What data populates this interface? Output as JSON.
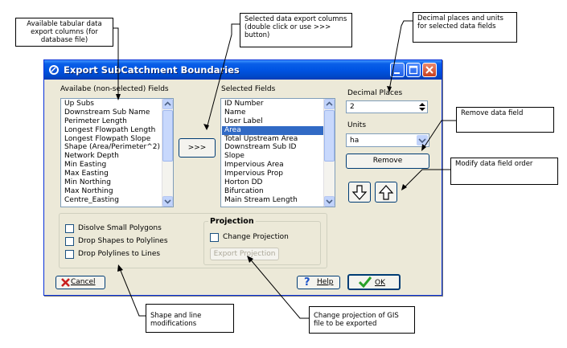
{
  "callouts": {
    "available_columns": "Available tabular data export columns (for database file)",
    "selected_columns": "Selected data export columns (double click or use  >>> button)",
    "decimal_units": "Decimal places and units for selected data fields",
    "remove_field": "Remove data field",
    "modify_order": "Modify data field order",
    "shape_line": "Shape and line modifications",
    "change_projection": "Change projection of GIS file to be exported"
  },
  "dialog": {
    "title": "Export SubCatchment Boundaries",
    "available": {
      "label": "Availabe (non-selected) Fields",
      "items": [
        "Up Subs",
        "Downstream Sub Name",
        "Perimeter Length",
        "Longest Flowpath Length",
        "Longest Flowpath Slope",
        "Shape (Area/Perimeter^2)",
        "Network Depth",
        "Min Easting",
        "Max Easting",
        "Min Northing",
        "Max Northing",
        "Centre_Easting"
      ]
    },
    "move_button": ">>>",
    "selected": {
      "label": "Selected Fields",
      "items": [
        "ID Number",
        "Name",
        "User Label",
        "Area",
        "Total Upstream Area",
        "Downstream Sub ID",
        "Slope",
        "Impervious Area",
        "Impervious Prop",
        "Horton DD",
        "Bifurcation",
        "Main Stream Length"
      ],
      "selected_item": "Area"
    },
    "decimal_places": {
      "label": "Decimal Places",
      "value": "2"
    },
    "units": {
      "label": "Units",
      "value": "ha"
    },
    "remove_label": "Remove",
    "options": {
      "dissolve": "Disolve Small Polygons",
      "shapes_to_polylines": "Drop Shapes to Polylines",
      "polylines_to_lines": "Drop Polylines to Lines"
    },
    "projection": {
      "title": "Projection",
      "change": "Change Projection",
      "export": "Export Projection"
    },
    "cancel_label": "Cancel",
    "help_label": "Help",
    "ok_label": "OK"
  },
  "colors": {
    "titlebar": "#0054e3",
    "selection": "#316ac5",
    "dialog_face": "#ece9d8",
    "cancel_icon": "#c81e1e",
    "help_icon": "#1a52c8",
    "ok_icon": "#28a028"
  },
  "icons": [
    "app-icon",
    "minimize-icon",
    "maximize-icon",
    "close-icon",
    "arrow-down-icon",
    "arrow-up-icon",
    "cancel-x-icon",
    "help-question-icon",
    "ok-check-icon"
  ]
}
